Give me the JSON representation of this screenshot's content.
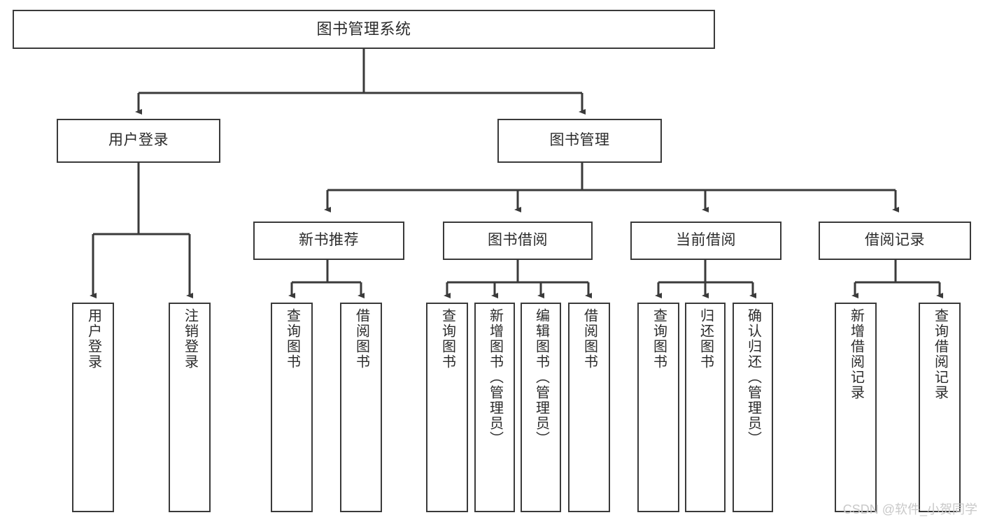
{
  "diagram": {
    "title": "图书管理系统",
    "type": "tree-hierarchy",
    "stroke_color": "#3a3a3a",
    "text_color": "#2b2b2b",
    "background_color": "#ffffff"
  },
  "nodes": {
    "root": {
      "label": "图书管理系统"
    },
    "level2": [
      {
        "label": "用户登录"
      },
      {
        "label": "图书管理"
      }
    ],
    "level3": [
      {
        "label": "新书推荐"
      },
      {
        "label": "图书借阅"
      },
      {
        "label": "当前借阅"
      },
      {
        "label": "借阅记录"
      }
    ],
    "leaves_user_login": [
      {
        "label": "用户登录"
      },
      {
        "label": "注销登录"
      }
    ],
    "leaves_new_book": [
      {
        "label": "查询图书"
      },
      {
        "label": "借阅图书"
      }
    ],
    "leaves_borrow": [
      {
        "label": "查询图书"
      },
      {
        "label": "新增图书（管理员）"
      },
      {
        "label": "编辑图书（管理员）"
      },
      {
        "label": "借阅图书"
      }
    ],
    "leaves_current": [
      {
        "label": "查询图书"
      },
      {
        "label": "归还图书"
      },
      {
        "label": "确认归还（管理员）"
      }
    ],
    "leaves_records": [
      {
        "label": "新增借阅记录"
      },
      {
        "label": "查询借阅记录"
      }
    ]
  },
  "watermark": {
    "text": "CSDN @软件_小贺同学"
  }
}
